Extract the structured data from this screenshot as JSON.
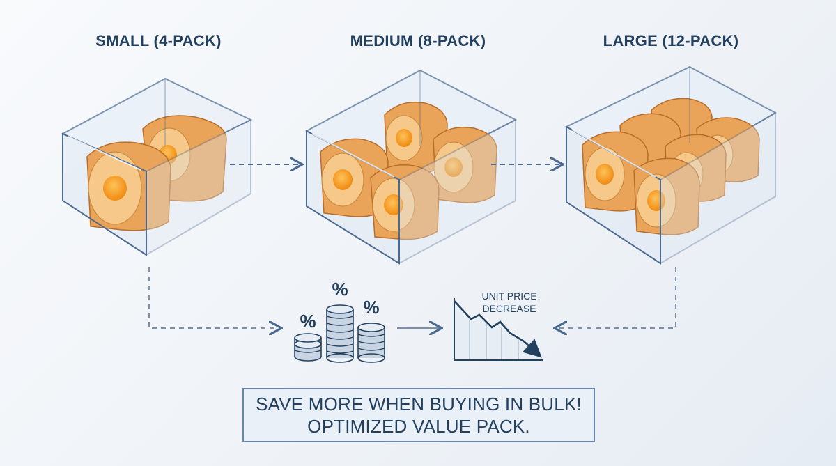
{
  "packs": [
    {
      "label": "SMALL (4-PACK)"
    },
    {
      "label": "MEDIUM (8-PACK)"
    },
    {
      "label": "LARGE (12-PACK)"
    }
  ],
  "savings": {
    "coin_symbols": [
      "%",
      "%",
      "%"
    ],
    "chart_label_line1": "UNIT PRICE",
    "chart_label_line2": "DECREASE"
  },
  "banner": {
    "line1": "SAVE MORE WHEN BUYING IN BULK!",
    "line2": "OPTIMIZED VALUE PACK."
  },
  "colors": {
    "box_stroke": "#4a6a92",
    "box_fill": "#dbe6f2",
    "bread_crust": "#e9a45a",
    "bread_crumb": "#f6c98a",
    "yolk": "#f39a1e",
    "arrow": "#4a6a92",
    "coin": "#c9d4e2"
  }
}
